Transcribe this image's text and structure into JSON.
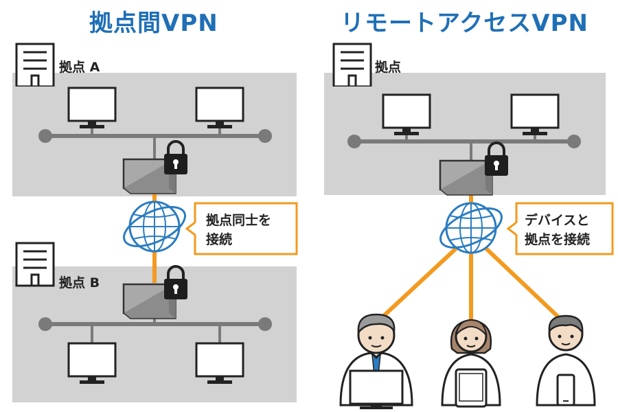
{
  "titles": {
    "site_to_site": "拠点間VPN",
    "remote_access": "リモートアクセスVPN"
  },
  "site_to_site": {
    "site_a_label": "拠点 A",
    "site_b_label": "拠点 B",
    "callout_line1": "拠点同士を",
    "callout_line2": "接続"
  },
  "remote_access": {
    "site_label": "拠点",
    "callout_line1": "デバイスと",
    "callout_line2": "拠点を接続"
  },
  "colors": {
    "title": "#1f6fb6",
    "network_panel": "#d2d2d2",
    "bus": "#7a7a7a",
    "vpn_link": "#f39a1f",
    "globe": "#2b7cc0",
    "callout_border": "#f39a1f"
  }
}
